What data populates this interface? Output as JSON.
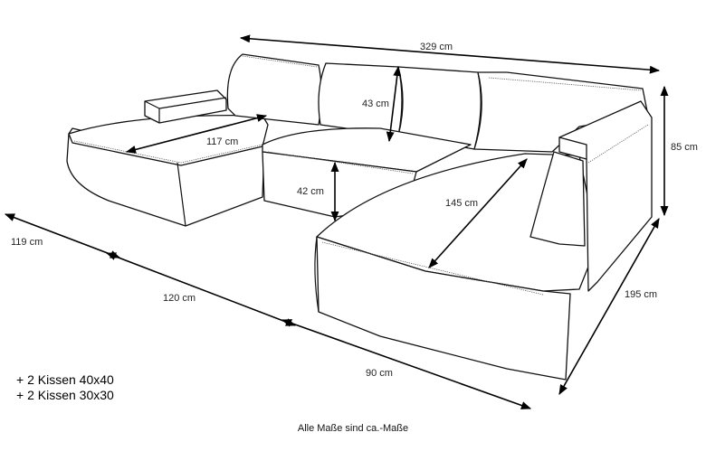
{
  "dimensions": {
    "width_total": "329 cm",
    "height_back": "85 cm",
    "depth_right": "195 cm",
    "depth_left": "119 cm",
    "middle_width": "120 cm",
    "right_front": "90 cm",
    "chaise_left_length": "117 cm",
    "backrest_height": "43 cm",
    "seat_height": "42 cm",
    "chaise_right_length": "145 cm"
  },
  "notes": [
    "+ 2 Kissen 40x40",
    "+ 2 Kissen 30x30"
  ],
  "footer": "Alle Maße sind ca.-Maße",
  "colors": {
    "line": "#111111",
    "background": "#ffffff"
  }
}
